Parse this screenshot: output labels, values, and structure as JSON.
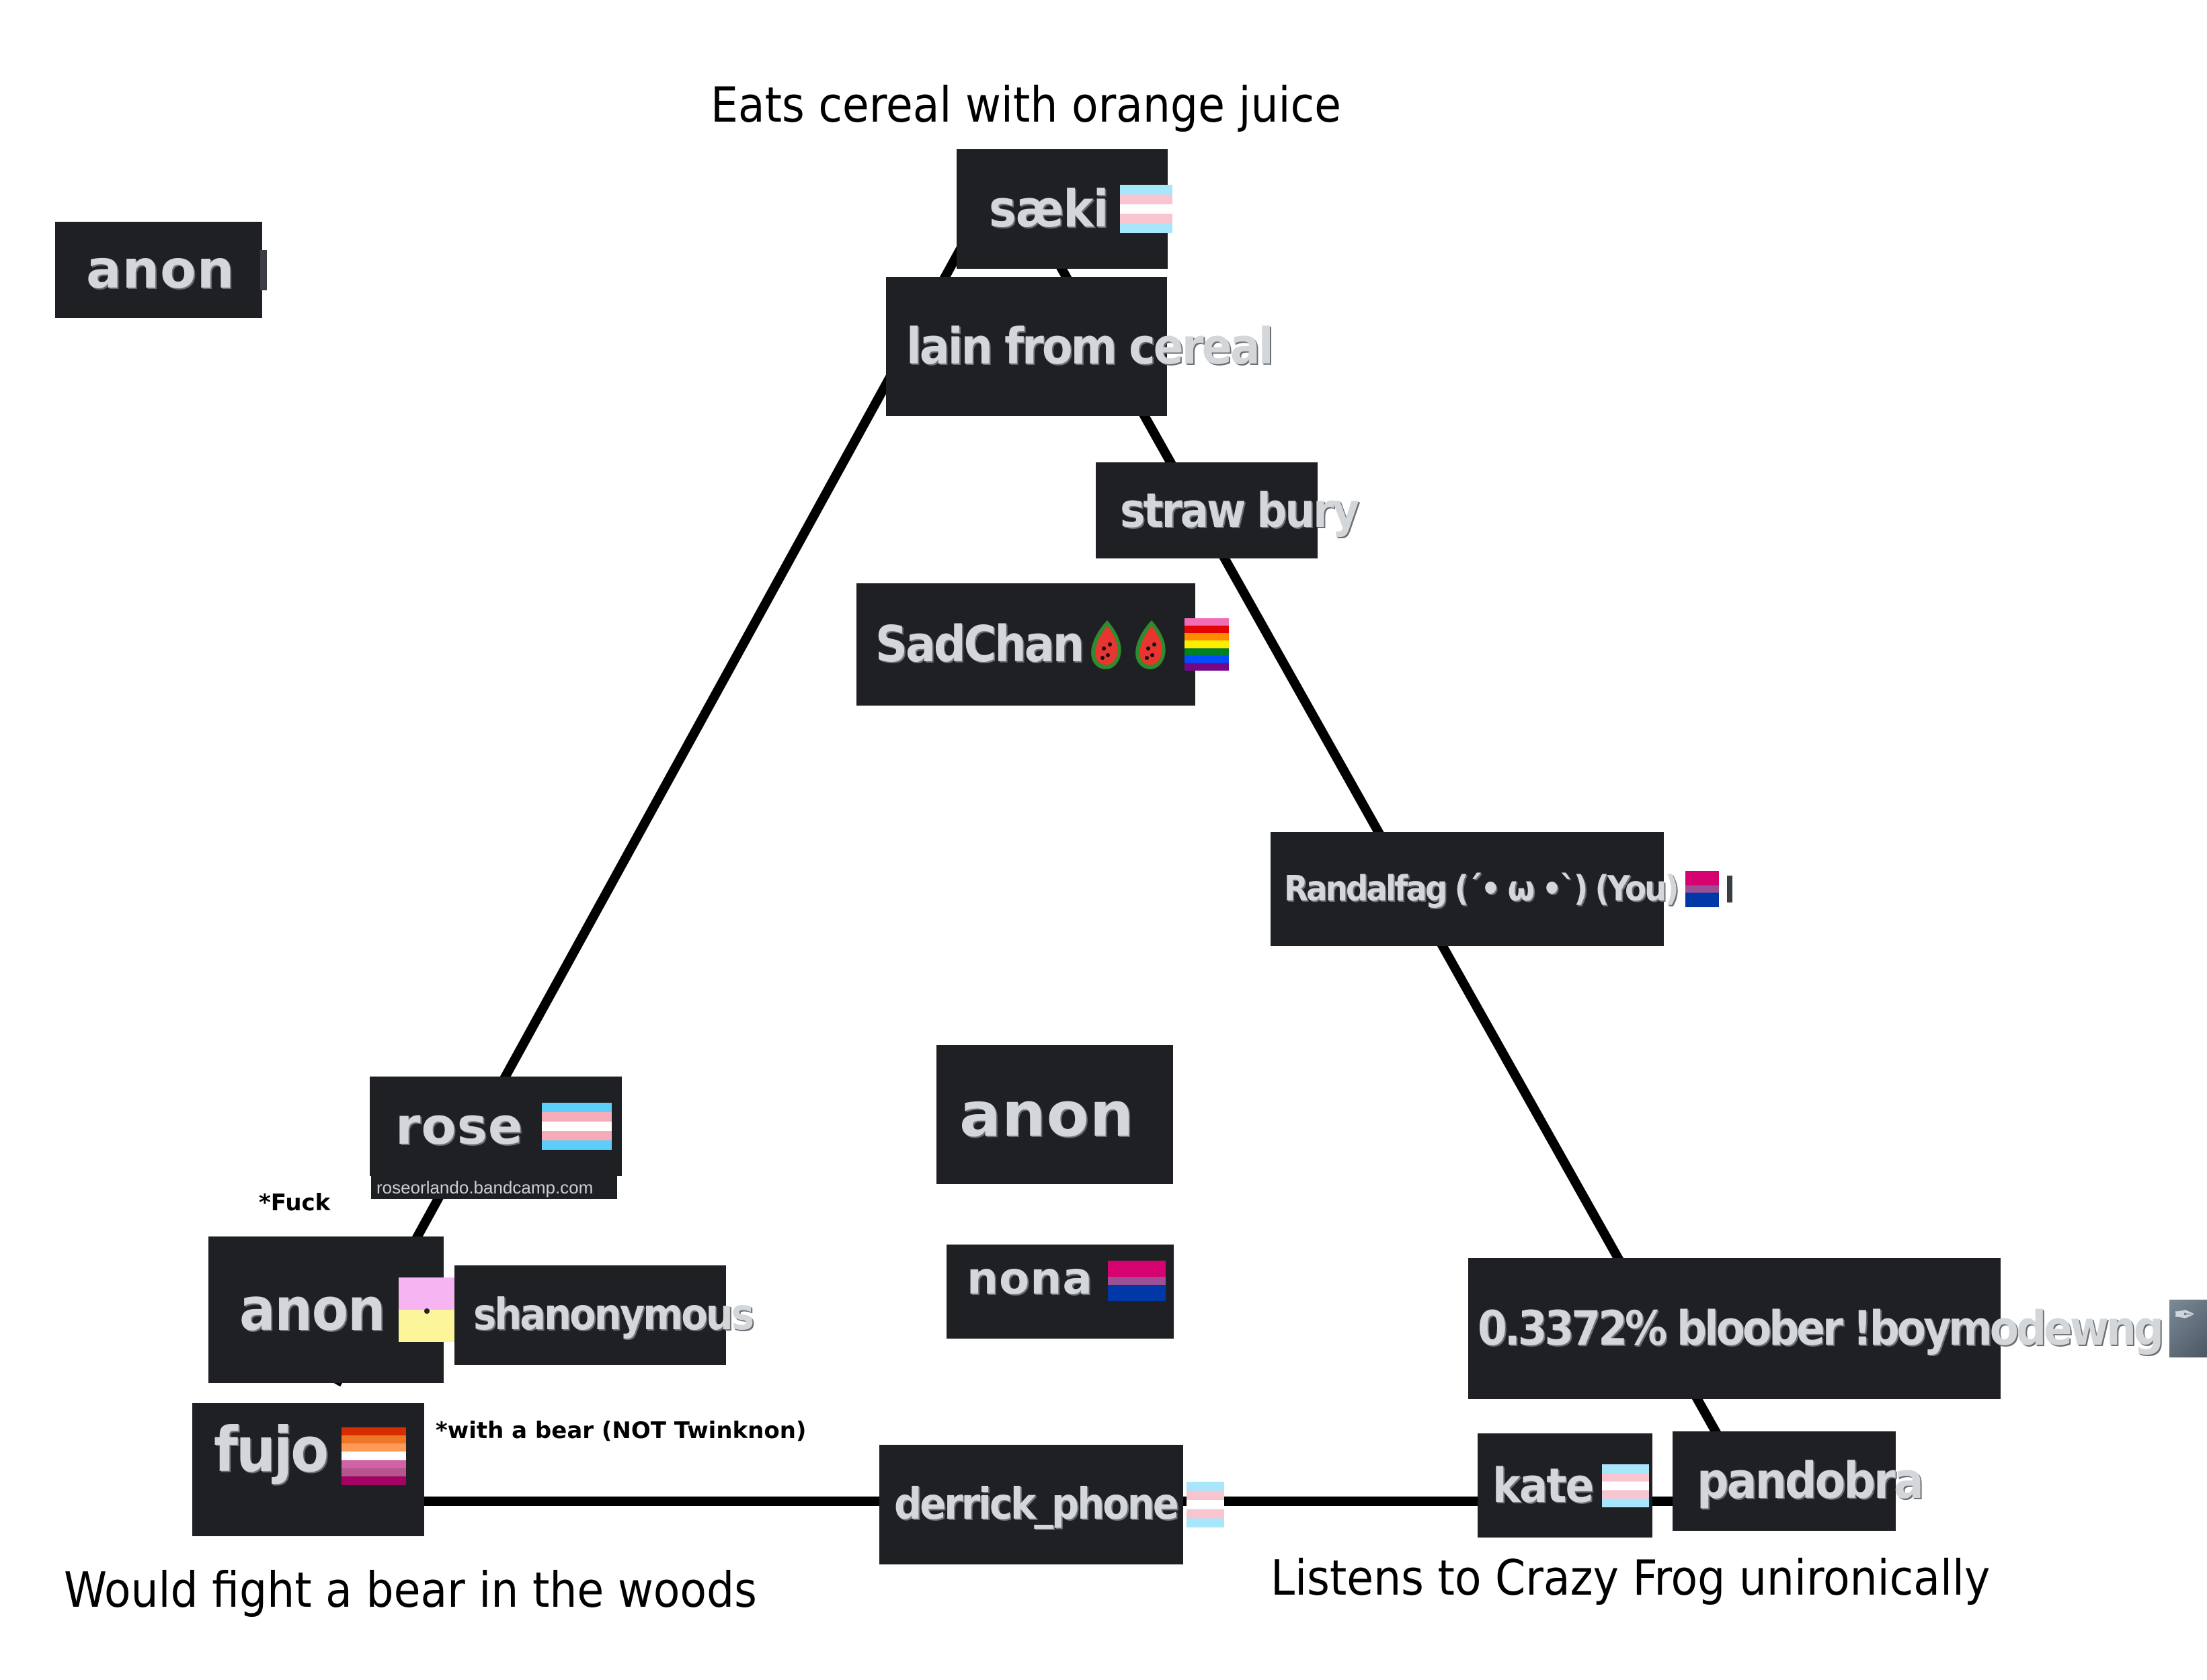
{
  "diagram": {
    "corners": {
      "top": "Eats cereal with orange juice",
      "bottom_left": "Would fight a bear in the woods",
      "bottom_right": "Listens to Crazy Frog unironically"
    },
    "notes": {
      "fuck": "*Fuck",
      "bear": "*with a bear (NOT Twinknon)"
    },
    "tags": {
      "anon_top_left": "anon",
      "saeki": "sæki",
      "lain": "lain from cereal",
      "straw_bury": "straw bury",
      "sadchan": "SadChan",
      "randalfag": "Randalfag (´• ω •`) (You)",
      "rose": "rose",
      "rose_link": "roseorlando.bandcamp.com",
      "anon_center": "anon",
      "nona": "nona",
      "anon_bottom_left": "anon",
      "shanonymous": "shanonymous",
      "fujo": "fujo",
      "derrick_phone": "derrick_phone",
      "bloober": "0.3372% bloober !boymodewng",
      "kate": "kate",
      "pandobra": "pandobra"
    },
    "colors": {
      "tag_bg": "#1f2023",
      "tag_text": "#d3d7da",
      "line": "#000000"
    },
    "icons": {
      "trans_flag": "transgender-flag-icon",
      "rainbow_flag": "rainbow-flag-icon",
      "bi_flag": "bisexual-flag-icon",
      "lesbian_flag": "lesbian-flag-icon",
      "watermelon": "watermelon-icon"
    }
  }
}
